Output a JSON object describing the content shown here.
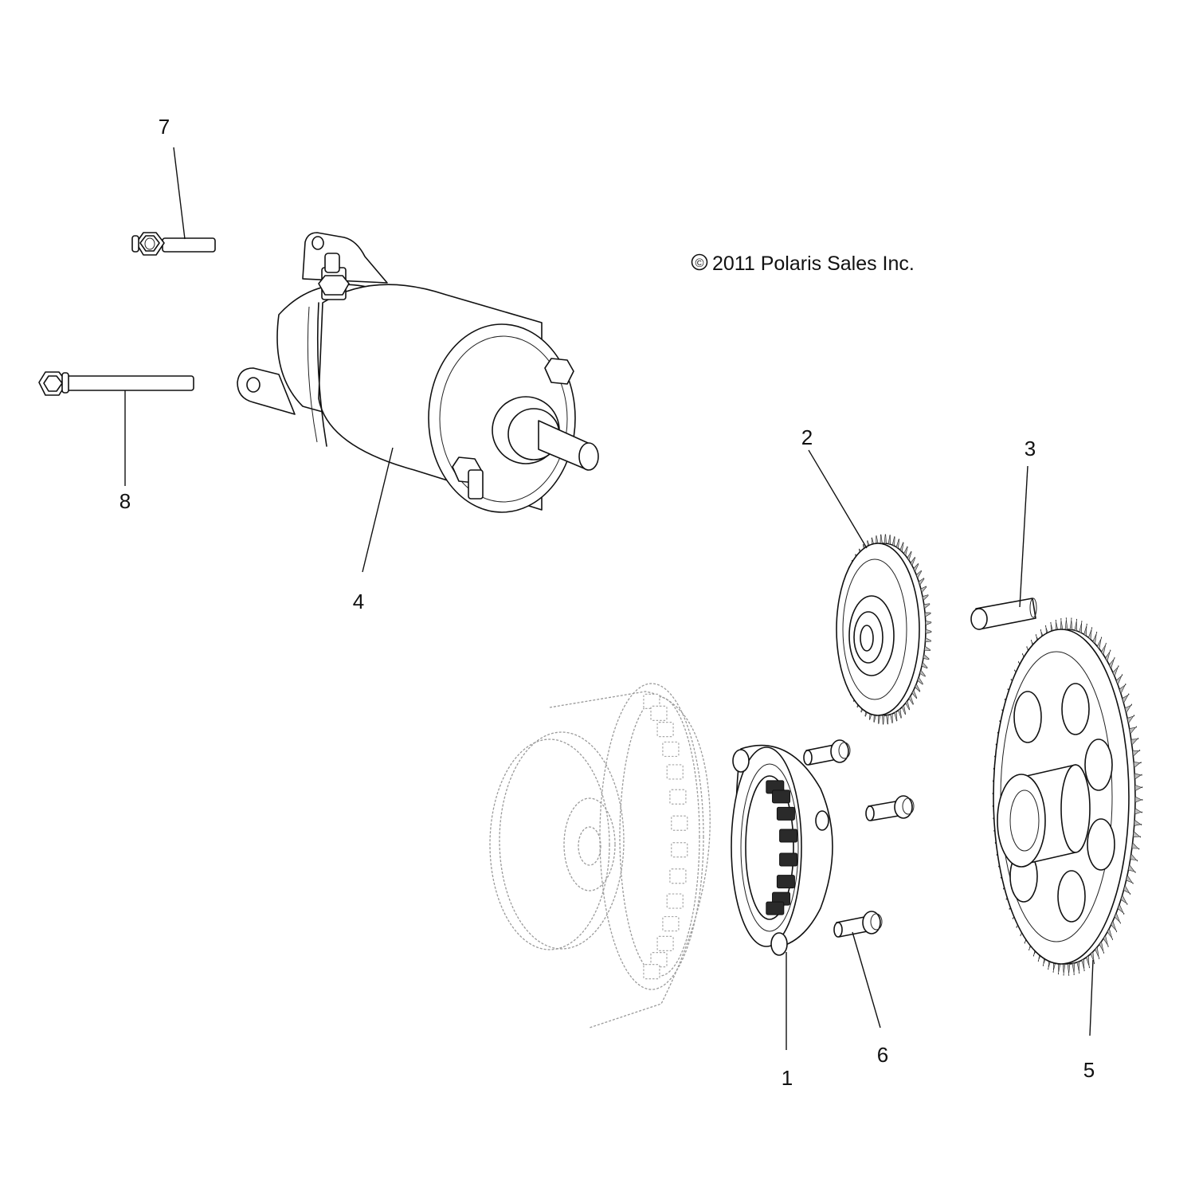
{
  "copyright": {
    "symbol": "©",
    "text": "2011 Polaris Sales Inc."
  },
  "callouts": [
    {
      "id": "1",
      "label": "1"
    },
    {
      "id": "2",
      "label": "2"
    },
    {
      "id": "3",
      "label": "3"
    },
    {
      "id": "4",
      "label": "4"
    },
    {
      "id": "5",
      "label": "5"
    },
    {
      "id": "6",
      "label": "6"
    },
    {
      "id": "7",
      "label": "7"
    },
    {
      "id": "8",
      "label": "8"
    }
  ],
  "colors": {
    "ink": "#111111",
    "phantom": "#9a9a9a",
    "background": "#ffffff"
  }
}
